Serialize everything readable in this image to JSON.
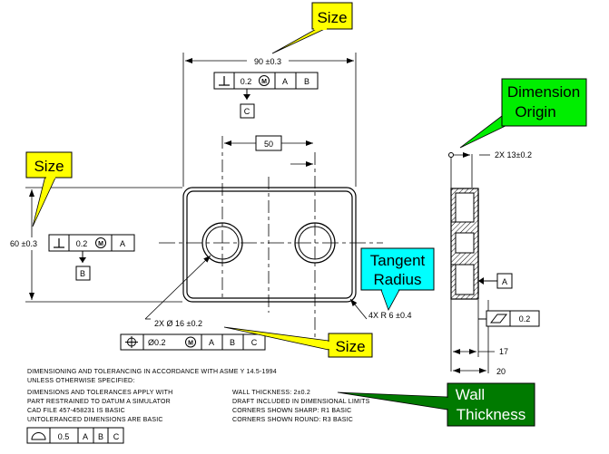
{
  "callouts": {
    "size_top": "Size",
    "size_left": "Size",
    "size_bottom": "Size",
    "dimension_origin_line1": "Dimension",
    "dimension_origin_line2": "Origin",
    "tangent_radius_line1": "Tangent",
    "tangent_radius_line2": "Radius",
    "wall_thickness_line1": "Wall",
    "wall_thickness_line2": "Thickness"
  },
  "colors": {
    "yellow": "#ffff00",
    "green": "#00ee00",
    "cyan": "#00ffff",
    "dark_green": "#007a00"
  },
  "dimensions": {
    "width": "90 ±0.3",
    "height": "60 ±0.3",
    "hole_spacing": "50",
    "holes": "2X Ø 16 ±0.2",
    "corner_radius": "4X R 6 ±0.4",
    "side_spacing": "2X 13±0.2",
    "side_17": "17",
    "side_20": "20"
  },
  "fcf": {
    "top": {
      "tolerance": "0.2",
      "modifier": "M",
      "datum1": "A",
      "datum2": "B",
      "datum_label": "C"
    },
    "left": {
      "tolerance": "0.2",
      "modifier": "M",
      "datum1": "A",
      "datum_label": "B"
    },
    "holes": {
      "tolerance": "Ø0.2",
      "modifier": "M",
      "datum1": "A",
      "datum2": "B",
      "datum3": "C"
    },
    "flatness": {
      "tolerance": "0.2"
    },
    "profile": {
      "tolerance": "0.5",
      "datum1": "A",
      "datum2": "B",
      "datum3": "C"
    },
    "side_datum": "A"
  },
  "notes": {
    "line1": "DIMENSIONING AND TOLERANCING IN ACCORDANCE WITH ASME Y 14.5-1994",
    "line2": "UNLESS OTHERWISE SPECIFIED:",
    "line3": "DIMENSIONS AND TOLERANCES APPLY WITH",
    "line4": "PART RESTRAINED TO DATUM A SIMULATOR",
    "line5": "CAD FILE 457-458231 IS BASIC",
    "line6": "UNTOLERANCED DIMENSIONS ARE BASIC",
    "wall": "WALL THICKNESS:  2±0.2",
    "draft": "DRAFT INCLUDED IN DIMENSIONAL LIMITS",
    "sharp": "CORNERS SHOWN SHARP:    R1 BASIC",
    "round": "CORNERS SHOWN ROUND:   R3 BASIC"
  }
}
